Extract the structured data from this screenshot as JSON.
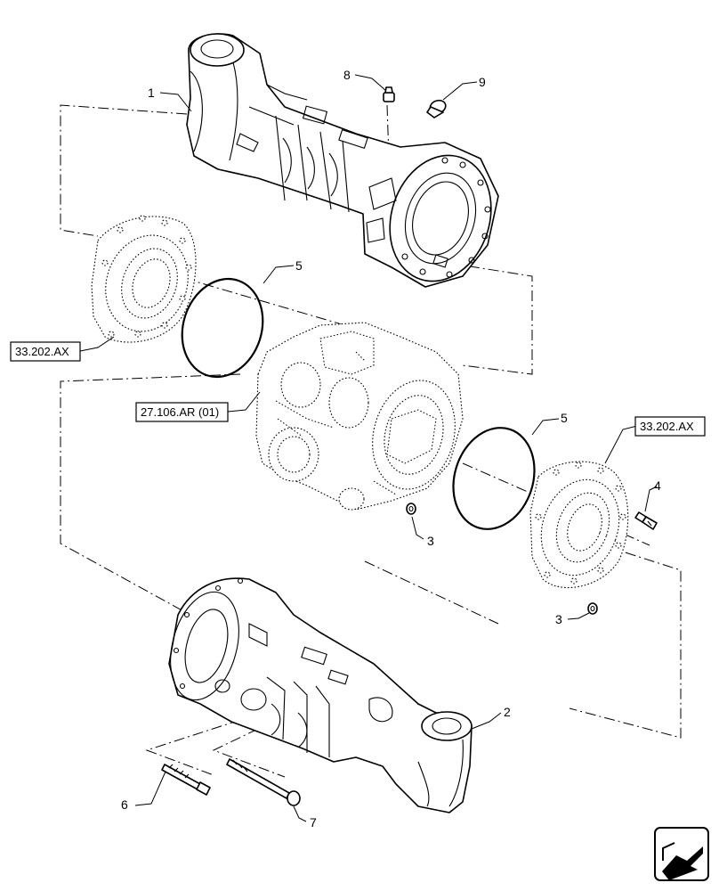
{
  "callouts": {
    "c1": "1",
    "c2": "2",
    "c3a": "3",
    "c3b": "3",
    "c4": "4",
    "c5a": "5",
    "c5b": "5",
    "c6": "6",
    "c7": "7",
    "c8": "8",
    "c9": "9"
  },
  "references": {
    "ref_left_cover": "33.202.AX",
    "ref_differential": "27.106.AR (01)",
    "ref_right_cover": "33.202.AX"
  },
  "icons": {
    "nav": "arrow-navigation-icon"
  }
}
